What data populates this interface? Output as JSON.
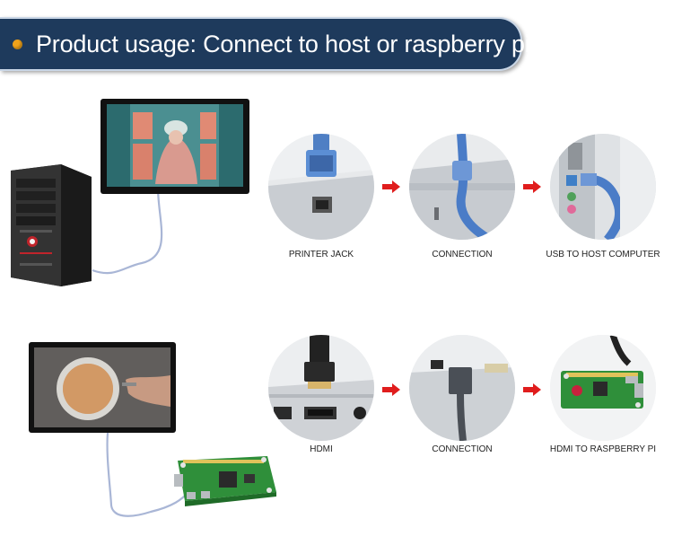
{
  "banner": {
    "title": "Product usage: Connect to host or raspberry pi"
  },
  "row1": {
    "steps": [
      {
        "caption": "PRINTER JACK"
      },
      {
        "caption": "CONNECTION"
      },
      {
        "caption": "USB TO HOST COMPUTER"
      }
    ]
  },
  "row2": {
    "steps": [
      {
        "caption": "HDMI"
      },
      {
        "caption": "CONNECTION"
      },
      {
        "caption": "HDMI TO RASPBERRY PI"
      }
    ]
  },
  "colors": {
    "banner": "#1e3a5c",
    "bullet": "#f0a21a",
    "arrow": "#e01d1d",
    "cable": "#a9b6d6"
  }
}
